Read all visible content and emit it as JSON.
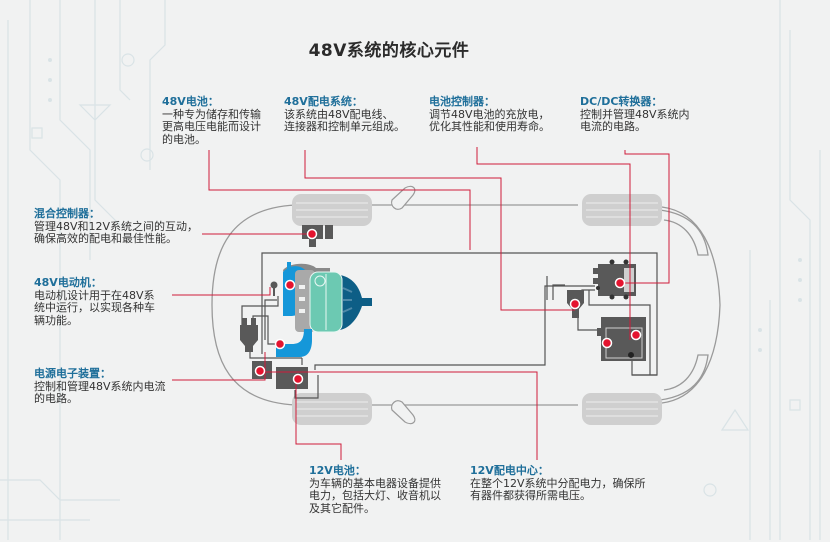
{
  "title": "48V系统的核心元件",
  "colors": {
    "heading": "#1f6f9a",
    "leader_line": "#d01c3a",
    "marker": "#e4142f",
    "component_dark": "#595959",
    "motor_blue": "#1597d9",
    "motor_teal": "#6cc9b2",
    "motor_navy": "#0d5e86",
    "car_outline": "#9a9a9a",
    "tire": "#cfcfcf"
  },
  "labels": [
    {
      "id": "battery-48v",
      "heading": "48V电池：",
      "body": "一种专为储存和传输\n更高电压电能而设计\n的电池。"
    },
    {
      "id": "wiring-48v",
      "heading": "48V配电系统：",
      "body": "该系统由48V配电线、\n连接器和控制单元组成。"
    },
    {
      "id": "battery-controller",
      "heading": "电池控制器：",
      "body": "调节48V电池的充放电，\n优化其性能和使用寿命。"
    },
    {
      "id": "dcdc-converter",
      "heading": "DC/DC转换器：",
      "body": "控制并管理48V系统内\n电流的电路。"
    },
    {
      "id": "hybrid-controller",
      "heading": "混合控制器：",
      "body": "管理48V和12V系统之间的互动，\n确保高效的配电和最佳性能。"
    },
    {
      "id": "motor-48v",
      "heading": "48V电动机：",
      "body": "电动机设计用于在48V系\n统中运行，以实现各种车\n辆功能。"
    },
    {
      "id": "power-electronics",
      "heading": "电源电子装置：",
      "body": "控制和管理48V系统内电流\n的电路。"
    },
    {
      "id": "battery-12v",
      "heading": "12V电池：",
      "body": "为车辆的基本电器设备提供\n电力，包括大灯、收音机以\n及其它配件。"
    },
    {
      "id": "distribution-12v",
      "heading": "12V配电中心：",
      "body": "在整个12V系统中分配电力，确保所\n有器件都获得所需电压。"
    }
  ]
}
